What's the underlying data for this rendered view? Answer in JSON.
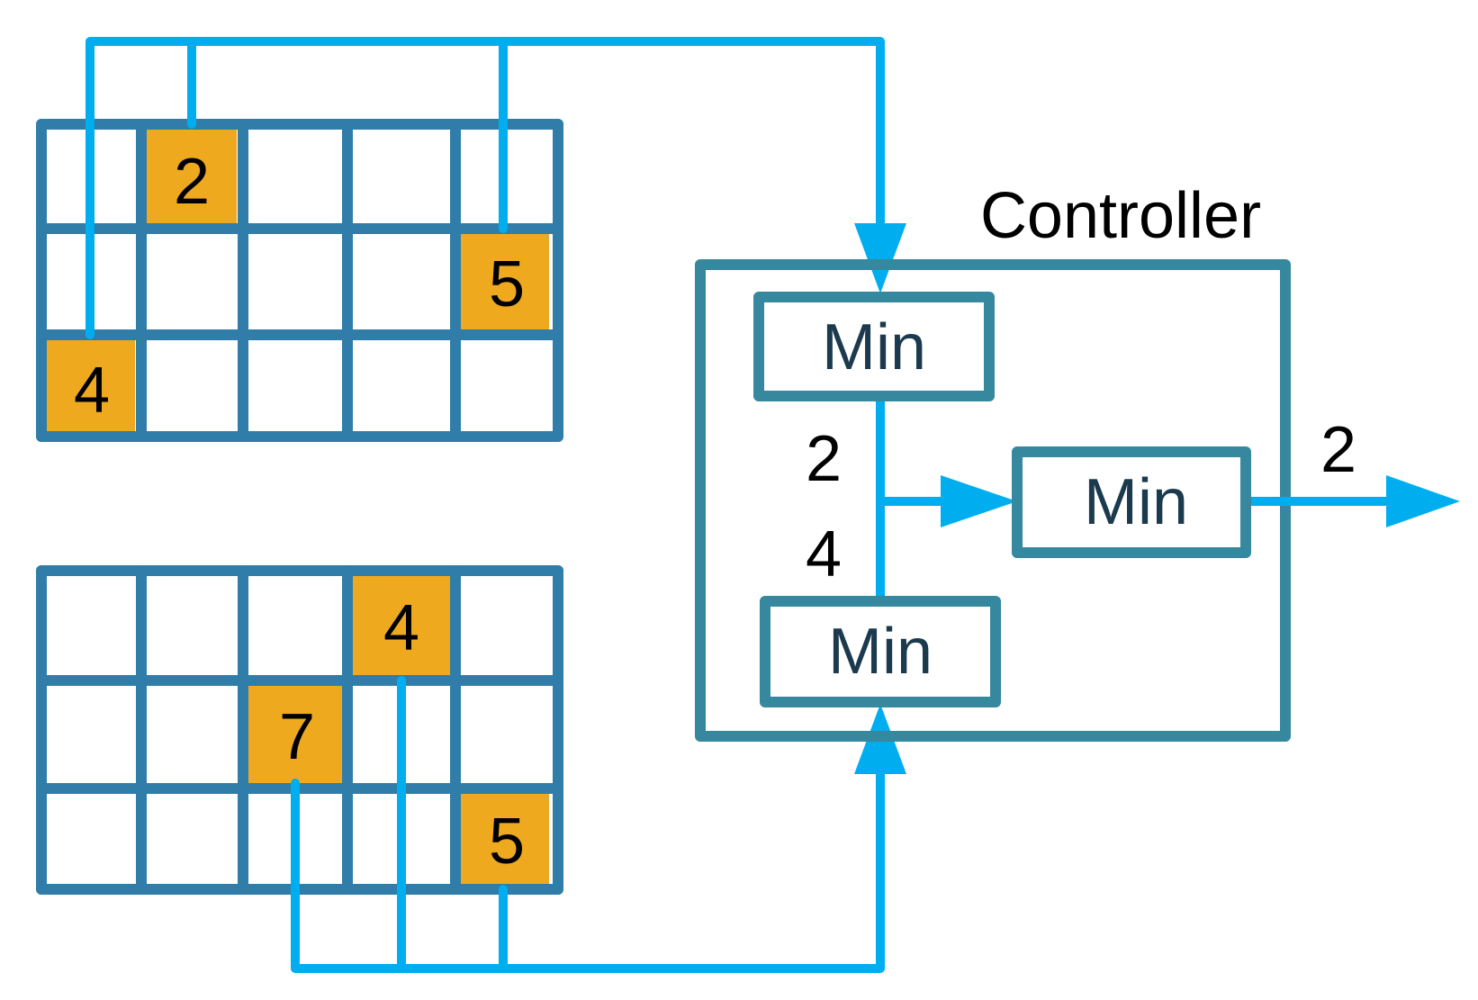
{
  "grid_top": {
    "highlighted": [
      {
        "row": 0,
        "col": 1,
        "label": "2"
      },
      {
        "row": 1,
        "col": 4,
        "label": "5"
      },
      {
        "row": 2,
        "col": 0,
        "label": "4"
      }
    ]
  },
  "grid_bottom": {
    "highlighted": [
      {
        "row": 0,
        "col": 3,
        "label": "4"
      },
      {
        "row": 1,
        "col": 2,
        "label": "7"
      },
      {
        "row": 2,
        "col": 4,
        "label": "5"
      }
    ]
  },
  "controller": {
    "title": "Controller",
    "min_top_label": "Min",
    "min_bottom_label": "Min",
    "min_final_label": "Min",
    "intermediate_top_value": "2",
    "intermediate_bottom_value": "4",
    "output_value": "2"
  },
  "colors": {
    "grid_stroke": "#2f7da8",
    "cell_highlight": "#efa91f",
    "wire": "#00aeef",
    "controller_stroke": "#35889e",
    "min_text": "#1b3a4e",
    "text": "#000000"
  }
}
